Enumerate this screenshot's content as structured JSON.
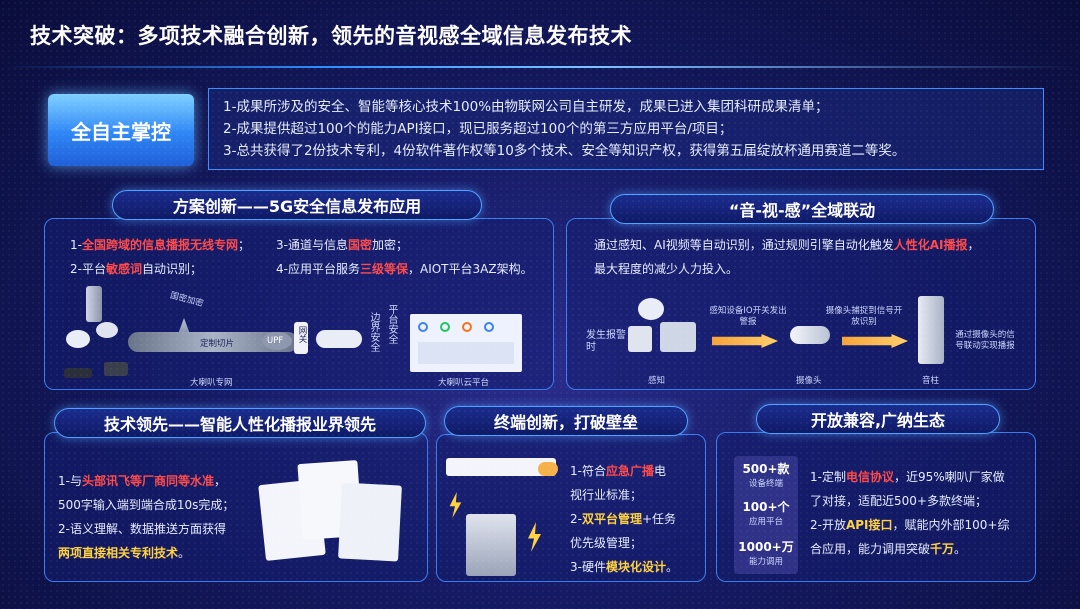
{
  "title": "技术突破：多项技术融合创新，领先的音视感全域信息发布技术",
  "autonomy": {
    "badge": "全自主掌控",
    "lines": [
      "1-成果所涉及的安全、智能等核心技术100%由物联网公司自主研发，成果已进入集团科研成果清单；",
      "2-成果提供超过100个的能力API接口，现已服务超过100个的第三方应用平台/项目；",
      "3-总共获得了2份技术专利，4份软件著作权等10多个技术、安全等知识产权，获得第五届绽放杯通用赛道二等奖。"
    ]
  },
  "solution": {
    "title": "方案创新——5G安全信息发布应用",
    "item1_prefix": "1-",
    "item1_hl": "全国跨域的信息播报无线专网",
    "item1_suffix": "；",
    "item2_prefix": "2-平台",
    "item2_hl": "敏感词",
    "item2_suffix": "自动识别；",
    "item3_prefix": "3-通道与信息",
    "item3_hl": "国密",
    "item3_suffix": "加密；",
    "item4_prefix": "4-应用平台服务",
    "item4_hl": "三级等保",
    "item4_suffix": "，AIOT平台3AZ架构。",
    "diagram": {
      "tunnel": "定制切片",
      "upf": "UPF",
      "gateway": "网关",
      "border": "边界安全",
      "platform_sec": "平台安全",
      "encrypt": "国密加密",
      "left_caption": "大喇叭专网",
      "right_caption": "大喇叭云平台"
    }
  },
  "linkage": {
    "title": "“音-视-感”全域联动",
    "desc_prefix": "通过感知、AI视频等自动识别，通过规则引擎自动化触发",
    "desc_hl": "人性化AI播报",
    "desc_suffix": "，",
    "desc_line2": "最大程度的减少人力投入。",
    "flow": {
      "event": "发生报警时",
      "sensor_step": "感知设备IO开关发出警报",
      "camera_step": "摄像头捕捉到信号开放识别",
      "speaker_step": "通过摄像头的信号联动实现播报",
      "label_sensor": "感知",
      "label_camera": "摄像头",
      "label_speaker": "音柱"
    }
  },
  "tech": {
    "title": "技术领先——智能人性化播报业界领先",
    "l1_prefix": "1-与",
    "l1_hl": "头部讯飞等厂商同等水准",
    "l1_suffix": "，",
    "l2": "500字输入端到端合成10s完成；",
    "l3": "2-语义理解、数据推送方面获得",
    "l4_hl": "两项直接相关专利技术",
    "l4_suffix": "。"
  },
  "terminal": {
    "title": "终端创新，打破壁垒",
    "l1_prefix": "1-符合",
    "l1_hl": "应急广播",
    "l1_suffix": "电",
    "l2": "视行业标准；",
    "l3_prefix": "2-",
    "l3_hl": "双平台管理",
    "l3_suffix": "+任务",
    "l4": "优先级管理；",
    "l5_prefix": "3-硬件",
    "l5_hl": "模块化设计",
    "l5_suffix": "。"
  },
  "open": {
    "title": "开放兼容,广纳生态",
    "stats": [
      {
        "num": "500+款",
        "label": "设备终端"
      },
      {
        "num": "100+个",
        "label": "应用平台"
      },
      {
        "num": "1000+万",
        "label": "能力调用"
      }
    ],
    "l1_prefix": "1-定制",
    "l1_hl": "电信协议",
    "l1_suffix": "，近95%喇叭厂家做",
    "l2": "了对接，适配近500+多款终端；",
    "l3_prefix": "2-开放",
    "l3_hl": "API接口",
    "l3_suffix": "，赋能内外部100+综",
    "l4_prefix": "合应用，能力调用突破",
    "l4_hl": "千万",
    "l4_suffix": "。"
  }
}
